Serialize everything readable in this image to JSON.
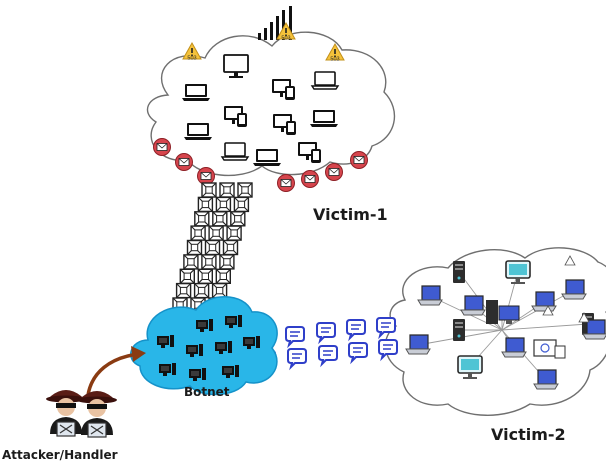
{
  "labels": {
    "victim1": "Victim-1",
    "victim2": "Victim-2",
    "botnet": "Botnet",
    "attacker": "Attacker/Handler"
  },
  "badges": {
    "error_code": "503"
  },
  "colors": {
    "cloud_outline": "#6f6f6f",
    "botnet_cloud": "#29b6e8",
    "botnet_outline": "#1592c9",
    "mail_fill": "#d6454d",
    "packet_stroke": "#2f3fc9",
    "warning_fill": "#f5c23b",
    "arrow": "#8a3b12",
    "device_dark": "#111111",
    "monitor_teal": "#4fc4d4",
    "laptop_blue": "#3f5bd1"
  },
  "icons": {
    "warning": "warning-triangle-icon",
    "signal": "signal-bars-icon",
    "mail": "mail-icon",
    "packet": "packet-box-icon",
    "chat": "chat-bubble-icon",
    "laptop": "laptop-icon",
    "desktop": "desktop-icon",
    "phone": "smartphone-icon",
    "server": "server-icon",
    "hacker": "hacker-icon"
  }
}
